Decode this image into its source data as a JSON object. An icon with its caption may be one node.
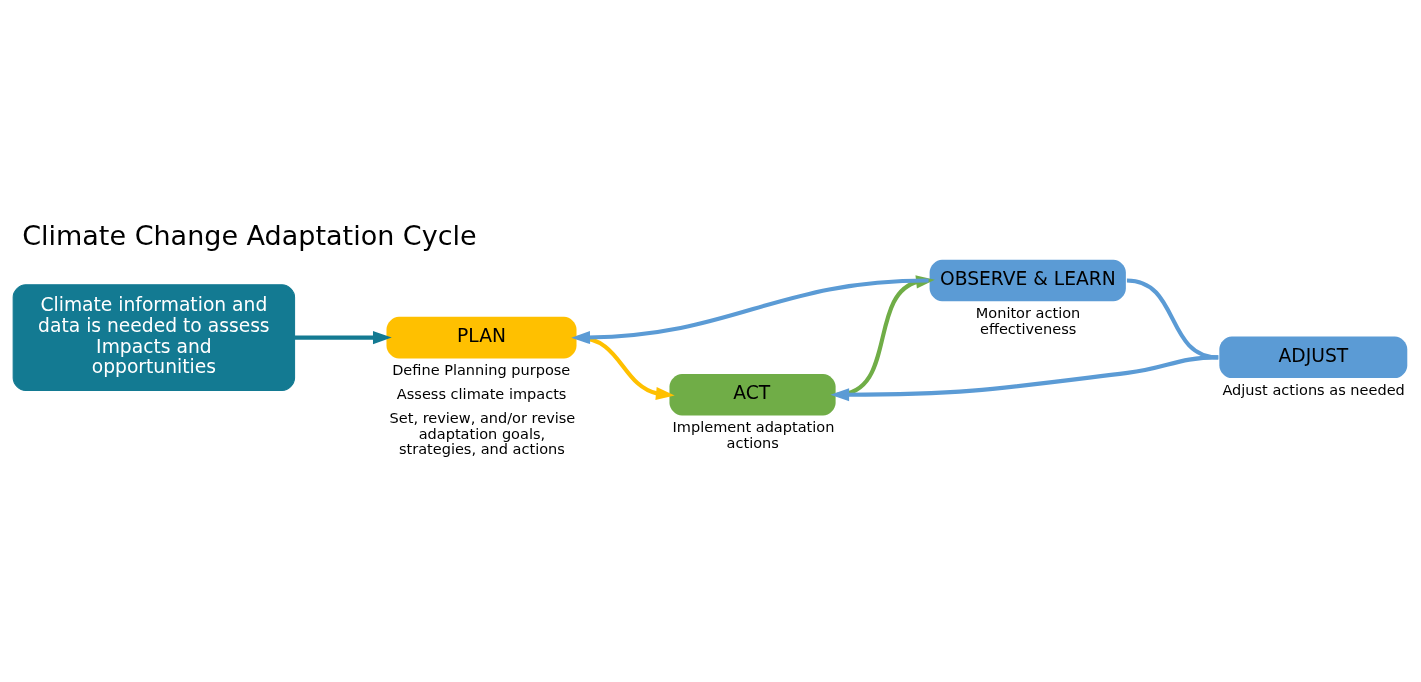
{
  "diagram": {
    "title": "Climate Change Adaptation Cycle",
    "nodes": [
      {
        "text": [
          "PLAN"
        ],
        "beside": [
          "Define Planning purpose",
          "Assess climate impacts",
          "Set, review, and/or revise adaptation goals, strategies, and actions"
        ]
      },
      {
        "text": [
          "ACT"
        ],
        "beside": [
          "Implement adaptation actions"
        ]
      },
      {
        "text": [
          "OBSERVE & LEARN"
        ],
        "beside": [
          "Monitor action effectiveness"
        ]
      },
      {
        "text": [
          "ADJUST"
        ],
        "beside": [
          "Adjust actions as needed"
        ]
      },
      {
        "text": [
          "Climate information and data is needed to assess Impacts and opportunities"
        ]
      }
    ],
    "edges": [
      {
        "from": 0,
        "to": 1,
        "arrow": "to",
        "color": "#ffc000"
      },
      {
        "from": 1,
        "to": 2,
        "arrow": "to",
        "color": "#70ad47"
      },
      {
        "from": 2,
        "to": 0,
        "arrow": "to",
        "color": "#5b9bd5"
      },
      {
        "from": 2,
        "to": 3,
        "arrow": "none",
        "color": "#5b9bd5"
      },
      {
        "from": 3,
        "to": 1,
        "arrow": "to",
        "color": "#5b9bd5"
      },
      {
        "from": 4,
        "to": 0,
        "arrow": "to",
        "color": "#137a92"
      }
    ]
  }
}
